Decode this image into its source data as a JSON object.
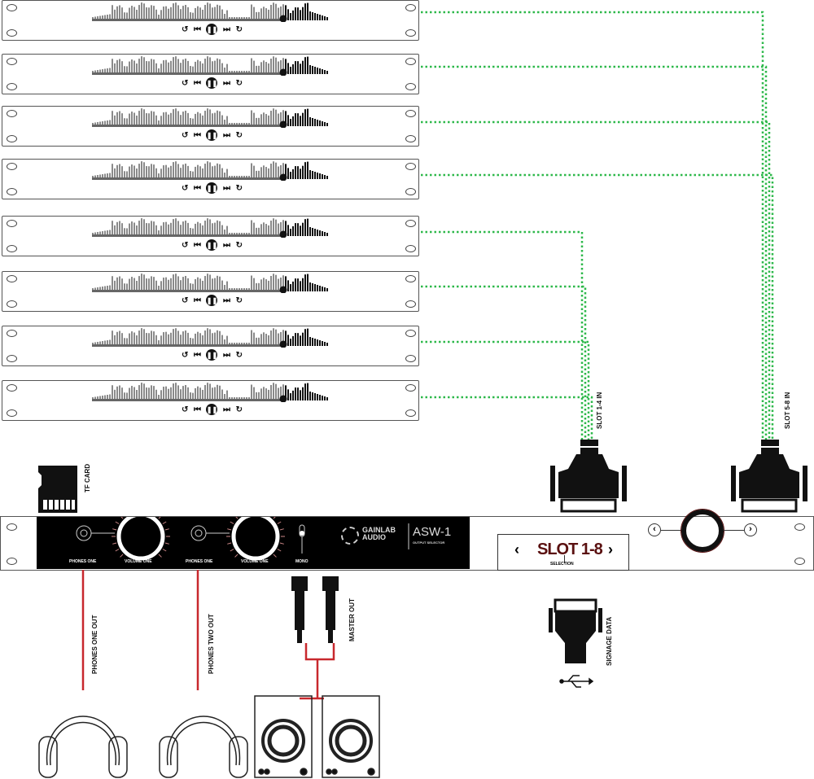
{
  "rack_units": [
    {
      "id": 1,
      "controls": {
        "rewind": "↺",
        "prev": "⏮",
        "pause": "❚❚",
        "next": "⏭",
        "forward": "↻"
      }
    },
    {
      "id": 2
    },
    {
      "id": 3
    },
    {
      "id": 4
    },
    {
      "id": 5
    },
    {
      "id": 6
    },
    {
      "id": 7
    },
    {
      "id": 8
    }
  ],
  "labels": {
    "tf_card": "TF CARD",
    "slot_1_4_in": "SLOT 1-4 IN",
    "slot_5_8_in": "SLOT 5-8 IN",
    "phones_one_out": "PHONES ONE OUT",
    "phones_two_out": "PHONES TWO OUT",
    "master_out": "MASTER OUT",
    "signage_data": "SIGNAGE DATA"
  },
  "front_panel": {
    "jack1_label": "PHONES ONE",
    "knob1_label": "VOLUME ONE",
    "jack2_label": "PHONES ONE",
    "knob2_label": "VOLUME ONE",
    "mono_label": "MONO",
    "brand_line1": "GAINLAB",
    "brand_line2": "AUDIO",
    "model": "ASW-1",
    "model_sub": "OUTPUT SELECTOR",
    "display_text": "SLOT 1-8",
    "display_prev": "‹",
    "display_next": "›",
    "selection_label": "SELECTION",
    "nav_prev": "‹",
    "nav_next": "›"
  },
  "colors": {
    "cable_green": "#2db84a",
    "cable_red": "#c8282d",
    "display_text": "#5a1010",
    "panel": "#000000"
  }
}
